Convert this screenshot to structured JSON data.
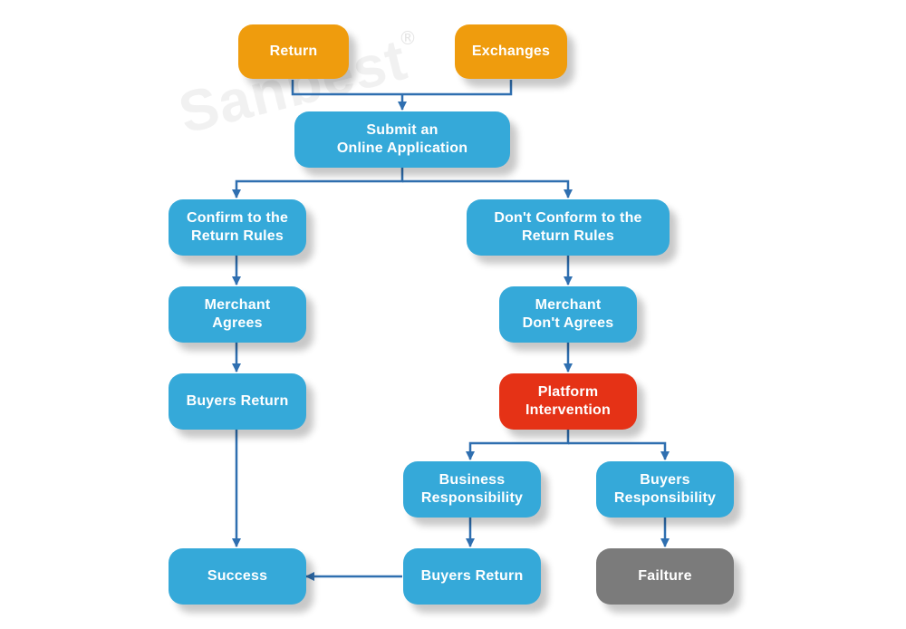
{
  "watermark": {
    "text": "Sanbest",
    "mark": "®"
  },
  "nodes": {
    "return": "Return",
    "exchanges": "Exchanges",
    "submit": "Submit an\nOnline Application",
    "confirm_rules": "Confirm to the\nReturn Rules",
    "dont_conform_rules": "Don't Conform to the\nReturn Rules",
    "merchant_agrees": "Merchant\nAgrees",
    "merchant_dont_agrees": "Merchant\nDon't Agrees",
    "buyers_return_left": "Buyers Return",
    "platform_intervention": "Platform\nIntervention",
    "business_responsibility": "Business\nResponsibility",
    "buyers_responsibility": "Buyers\nResponsibility",
    "success": "Success",
    "buyers_return_bottom": "Buyers Return",
    "failure": "Failture"
  },
  "colors": {
    "orange": "#ef9c0d",
    "blue": "#35a9d9",
    "red": "#e53216",
    "gray": "#7b7b7b",
    "connector": "#2f6fb0"
  }
}
